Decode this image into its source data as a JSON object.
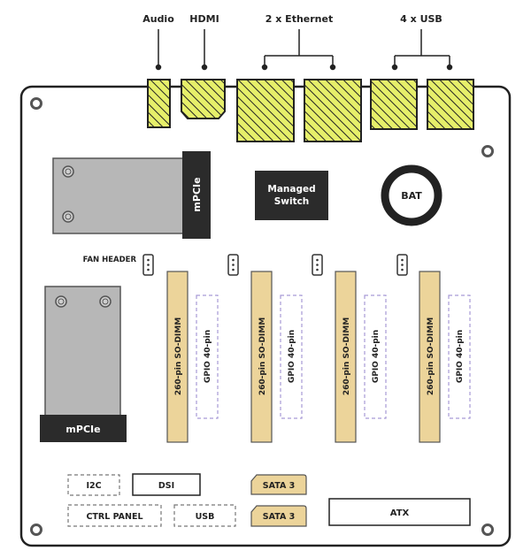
{
  "top_labels": {
    "audio": "Audio",
    "hdmi": "HDMI",
    "ethernet": "2 x Ethernet",
    "usb": "4 x USB"
  },
  "mpcie_top": "mPCIe",
  "mpcie_bottom": "mPCIe",
  "switch_line1": "Managed",
  "switch_line2": "Switch",
  "battery": "BAT",
  "fan_header": "FAN HEADER",
  "sodimm_label": "260-pin SO-DIMM",
  "gpio_label": "GPIO 40-pin",
  "i2c": "I2C",
  "dsi": "DSI",
  "sata_1": "SATA 3",
  "sata_2": "SATA 3",
  "ctrl_panel": "CTRL PANEL",
  "usb_header": "USB",
  "atx": "ATX",
  "colors": {
    "board_outline": "#222222",
    "connector_fill": "#e6ef6a",
    "sodimm_fill": "#ecd49a",
    "module_fill": "#b7b7b7",
    "dark_block": "#2b2b2b",
    "gpio_dash": "#a79ad6"
  }
}
